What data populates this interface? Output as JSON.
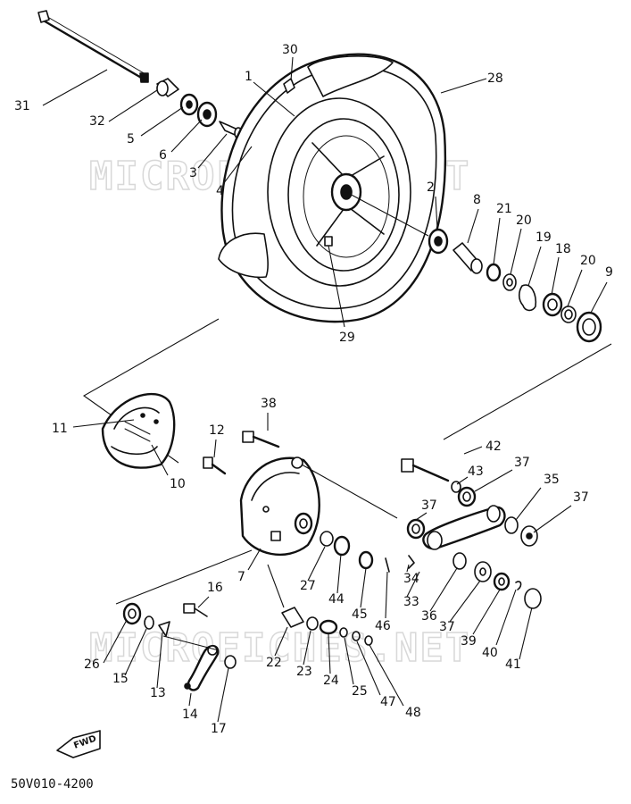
{
  "diagram": {
    "watermark": "MICROFICHES.NET",
    "part_code": "50V010-4200",
    "fwd_label": "FWD",
    "callouts": [
      {
        "id": "c31",
        "label": "31"
      },
      {
        "id": "c32",
        "label": "32"
      },
      {
        "id": "c5",
        "label": "5"
      },
      {
        "id": "c6",
        "label": "6"
      },
      {
        "id": "c3",
        "label": "3"
      },
      {
        "id": "c4",
        "label": "4"
      },
      {
        "id": "c30",
        "label": "30"
      },
      {
        "id": "c1",
        "label": "1"
      },
      {
        "id": "c28",
        "label": "28"
      },
      {
        "id": "c2",
        "label": "2"
      },
      {
        "id": "c8",
        "label": "8"
      },
      {
        "id": "c21",
        "label": "21"
      },
      {
        "id": "c20a",
        "label": "20"
      },
      {
        "id": "c19",
        "label": "19"
      },
      {
        "id": "c18",
        "label": "18"
      },
      {
        "id": "c20b",
        "label": "20"
      },
      {
        "id": "c9",
        "label": "9"
      },
      {
        "id": "c29",
        "label": "29"
      },
      {
        "id": "c11",
        "label": "11"
      },
      {
        "id": "c10",
        "label": "10"
      },
      {
        "id": "c38",
        "label": "38"
      },
      {
        "id": "c12",
        "label": "12"
      },
      {
        "id": "c42",
        "label": "42"
      },
      {
        "id": "c43",
        "label": "43"
      },
      {
        "id": "c37a",
        "label": "37"
      },
      {
        "id": "c35",
        "label": "35"
      },
      {
        "id": "c37b",
        "label": "37"
      },
      {
        "id": "c37c",
        "label": "37"
      },
      {
        "id": "c7",
        "label": "7"
      },
      {
        "id": "c27",
        "label": "27"
      },
      {
        "id": "c44",
        "label": "44"
      },
      {
        "id": "c45",
        "label": "45"
      },
      {
        "id": "c46",
        "label": "46"
      },
      {
        "id": "c34",
        "label": "34"
      },
      {
        "id": "c33",
        "label": "33"
      },
      {
        "id": "c36",
        "label": "36"
      },
      {
        "id": "c37d",
        "label": "37"
      },
      {
        "id": "c39",
        "label": "39"
      },
      {
        "id": "c40",
        "label": "40"
      },
      {
        "id": "c41",
        "label": "41"
      },
      {
        "id": "c16",
        "label": "16"
      },
      {
        "id": "c26",
        "label": "26"
      },
      {
        "id": "c15",
        "label": "15"
      },
      {
        "id": "c13",
        "label": "13"
      },
      {
        "id": "c14",
        "label": "14"
      },
      {
        "id": "c17",
        "label": "17"
      },
      {
        "id": "c22",
        "label": "22"
      },
      {
        "id": "c23",
        "label": "23"
      },
      {
        "id": "c24",
        "label": "24"
      },
      {
        "id": "c25",
        "label": "25"
      },
      {
        "id": "c47",
        "label": "47"
      },
      {
        "id": "c48",
        "label": "48"
      }
    ]
  }
}
